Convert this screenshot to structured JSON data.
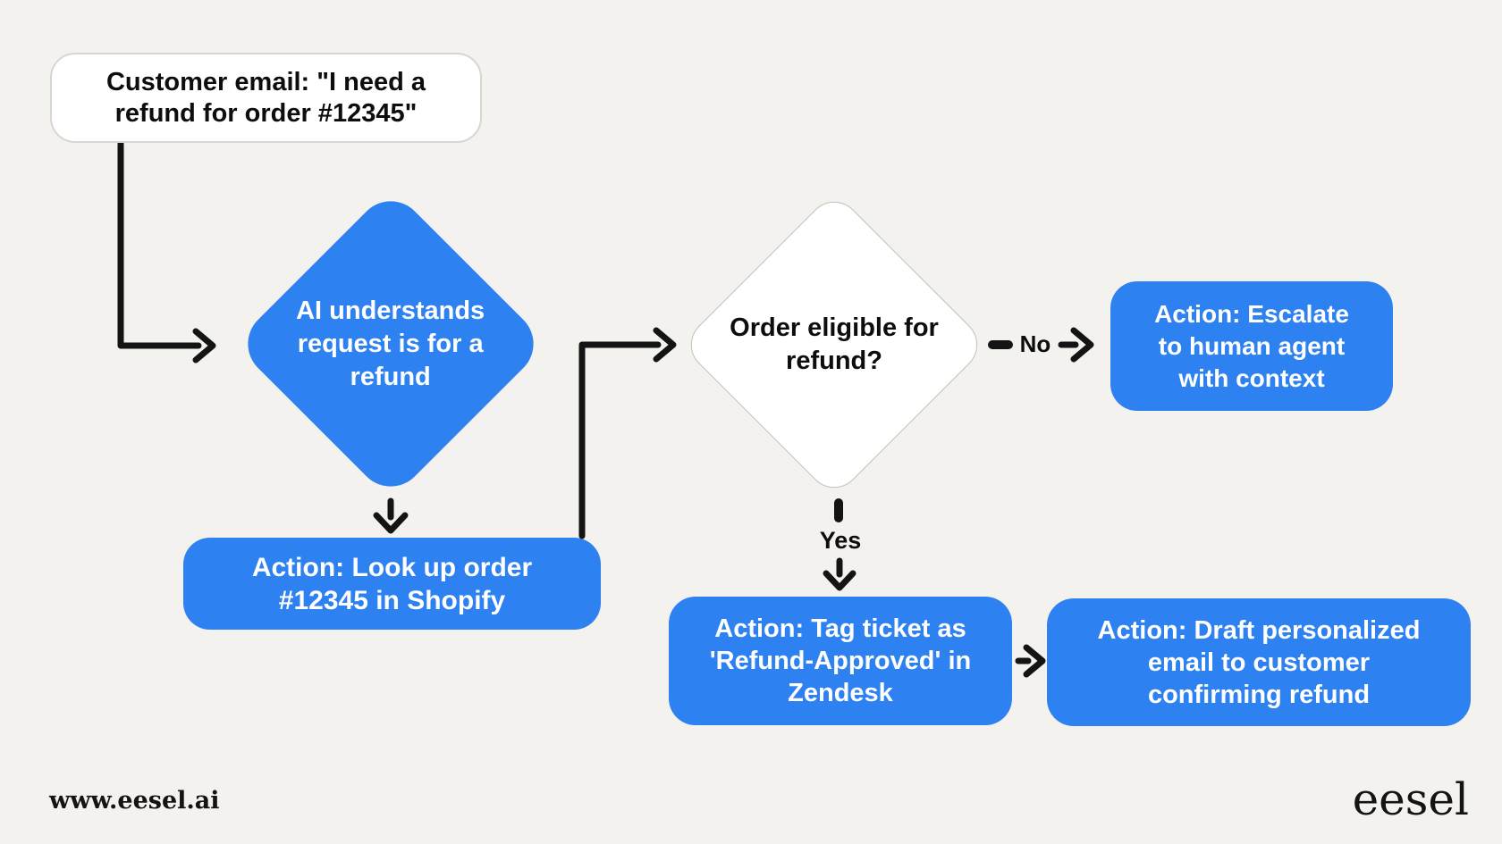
{
  "page": {
    "background": "#f4f2ef",
    "accent_blue": "#2e81f0",
    "arrow_color": "#141414"
  },
  "flow": {
    "start": {
      "lines": [
        "Customer email: \"I need a",
        "refund for order #12345\""
      ]
    },
    "ai_understands": {
      "lines": [
        "AI understands",
        "request is for a",
        "refund"
      ]
    },
    "lookup_order": {
      "lines": [
        "Action: Look up order",
        "#12345 in Shopify"
      ]
    },
    "eligibility": {
      "lines": [
        "Order eligible for",
        "refund?"
      ]
    },
    "escalate": {
      "lines": [
        "Action: Escalate",
        "to human agent",
        "with context"
      ]
    },
    "tag_ticket": {
      "lines": [
        "Action: Tag ticket as",
        "'Refund-Approved' in",
        "Zendesk"
      ]
    },
    "draft_email": {
      "lines": [
        "Action: Draft personalized",
        "email to customer",
        "confirming refund"
      ]
    },
    "branch_labels": {
      "no": "No",
      "yes": "Yes"
    }
  },
  "footer": {
    "website": "www.eesel.ai",
    "brand": "eesel"
  }
}
